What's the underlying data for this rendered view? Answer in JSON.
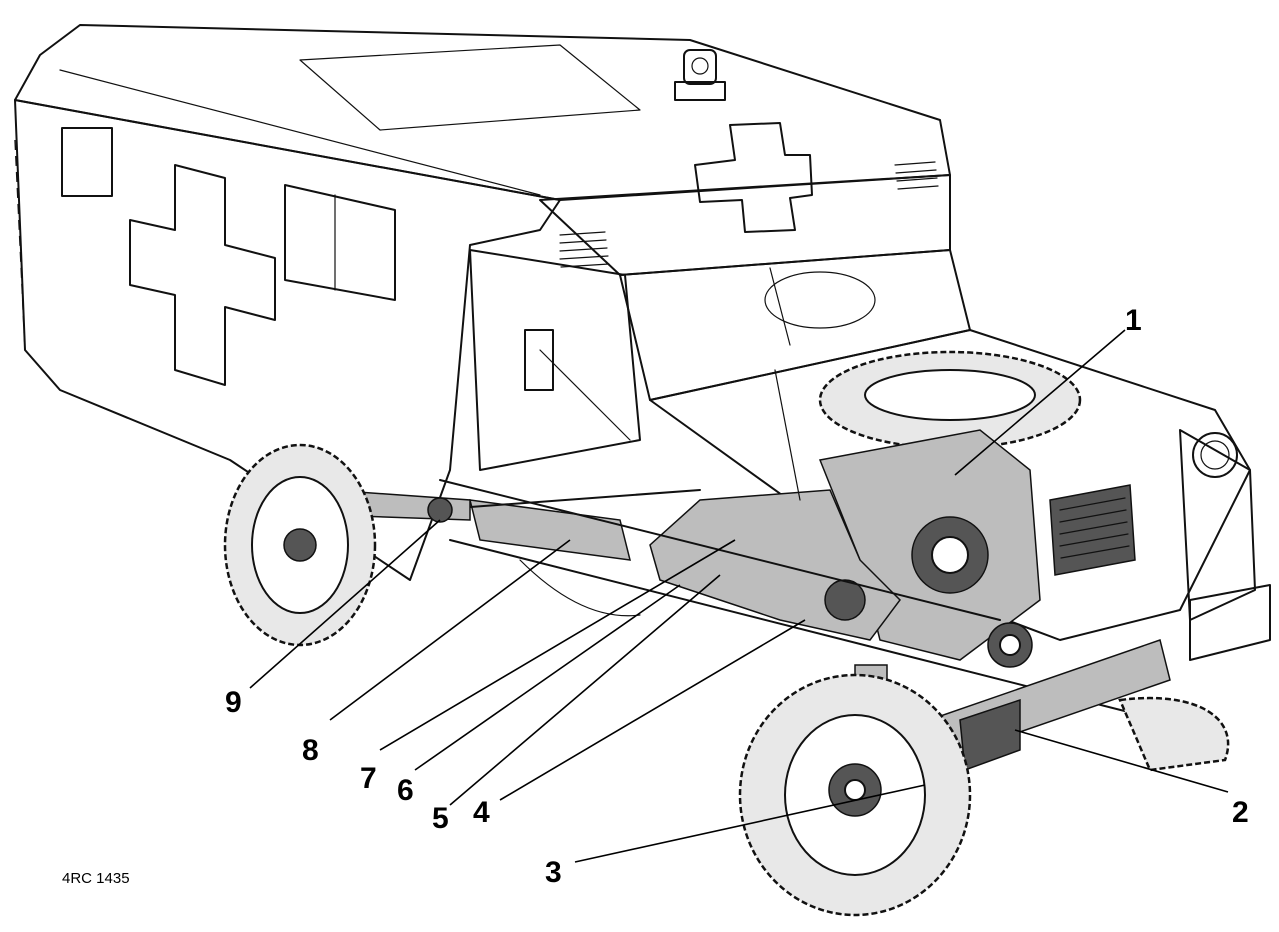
{
  "callouts": [
    {
      "label": "1"
    },
    {
      "label": "2"
    },
    {
      "label": "3"
    },
    {
      "label": "4"
    },
    {
      "label": "5"
    },
    {
      "label": "6"
    },
    {
      "label": "7"
    },
    {
      "label": "8"
    },
    {
      "label": "9"
    }
  ],
  "reference_code": "4RC 1435"
}
